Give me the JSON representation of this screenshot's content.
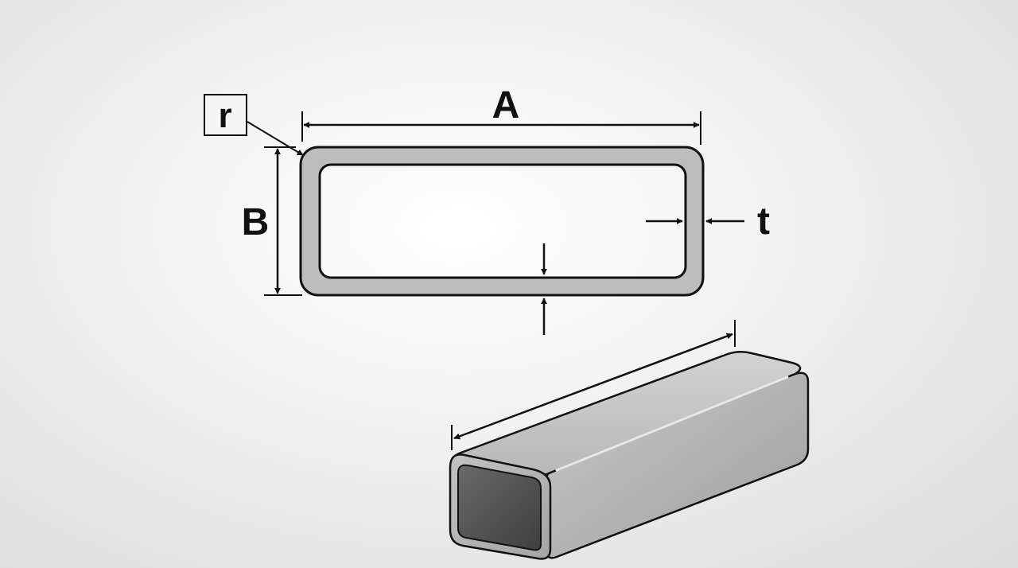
{
  "labels": {
    "width": "A",
    "height": "B",
    "thickness": "t",
    "radius": "r"
  },
  "colors": {
    "background": "#eeeeee",
    "wall": "#bdbdbd",
    "outline": "#111111",
    "tube_top": "#c4c4c4",
    "tube_side": "#a9a9a9",
    "tube_inner": "#555555"
  }
}
